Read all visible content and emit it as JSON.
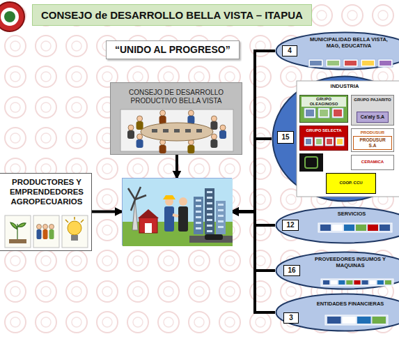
{
  "diagram": {
    "title": "CONSEJO de DESARROLLO BELLA VISTA – ITAPUA",
    "nodes": [
      {
        "text": [
          "“UNIDO AL PROGRESO”"
        ]
      },
      {
        "text": [
          "CONSEJO DE DESARROLLO PRODUCTIVO BELLA VISTA"
        ]
      },
      {
        "text": [
          "MUNICIPALIDAD BELLA VISTA, MAG, EDUCATIVA"
        ]
      },
      {
        "text": [
          "4"
        ],
        "in": 2
      },
      {
        "text": [
          "INDUSTRIA"
        ]
      },
      {
        "text": [
          "15"
        ],
        "in": 4
      },
      {
        "text": [
          "GRUPO OLEAGINOSO"
        ],
        "in": 4
      },
      {
        "text": [
          "GRUPO PAJARITO",
          "Ca'aty S.A"
        ],
        "in": 4
      },
      {
        "text": [
          "GRUPO SELECTA"
        ],
        "in": 4
      },
      {
        "text": [
          "PRODUSUR",
          "PRODUSUR S.A"
        ],
        "in": 4
      },
      {
        "text": [
          "CERAMICA"
        ],
        "in": 4
      },
      {
        "text": [
          "COOP. CCU"
        ],
        "in": 4
      },
      {
        "text": [
          "PRODUCTORES Y EMPRENDEDORES AGROPECUARIOS"
        ]
      },
      {
        "text": []
      },
      {
        "text": [
          "SERVICIOS"
        ]
      },
      {
        "text": [
          "12"
        ],
        "in": 14
      },
      {
        "text": [
          "PROVEEDORES INSUMOS Y MAQUINAS"
        ]
      },
      {
        "text": [
          "16"
        ],
        "in": 16
      },
      {
        "text": [
          "ENTIDADES FINANCIERAS"
        ]
      },
      {
        "text": [
          "3"
        ],
        "in": 18
      }
    ],
    "edges": [
      {
        "from": 1,
        "to": 13,
        "arrow": "to"
      },
      {
        "from": 12,
        "to": 13,
        "arrow": "to"
      },
      {
        "from": 2,
        "to": 13,
        "arrow": "to"
      },
      {
        "from": 4,
        "to": 13,
        "arrow": "to"
      },
      {
        "from": 14,
        "to": 13,
        "arrow": "to"
      },
      {
        "from": 16,
        "to": 13,
        "arrow": "to"
      },
      {
        "from": 18,
        "to": 13,
        "arrow": "to"
      }
    ]
  }
}
